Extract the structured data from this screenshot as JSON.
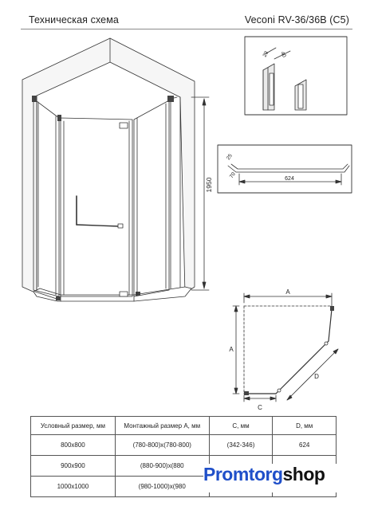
{
  "header": {
    "title": "Техническая схема",
    "model": "Veconi RV-36/36B (C5)"
  },
  "drawing": {
    "height_dim": "1950",
    "profile_dims": [
      "23",
      "40"
    ],
    "handle_dims": [
      "25",
      "70",
      "624"
    ],
    "plan_labels": [
      "A",
      "A",
      "C",
      "D"
    ]
  },
  "table": {
    "headers": [
      "Условный размер, мм",
      "Монтажный размер А, мм",
      "С, мм",
      "D, мм"
    ],
    "rows": [
      [
        "800x800",
        "(780-800)х(780-800)",
        "(342-346)",
        "624"
      ],
      [
        "900x900",
        "(880-900)х(880",
        "",
        ""
      ],
      [
        "1000x1000",
        "(980-1000)х(980",
        "",
        ""
      ]
    ]
  },
  "brand": {
    "part1": "Promtorg",
    "part2": "shop",
    "color1": "#1f4fc9",
    "color2": "#111111"
  }
}
